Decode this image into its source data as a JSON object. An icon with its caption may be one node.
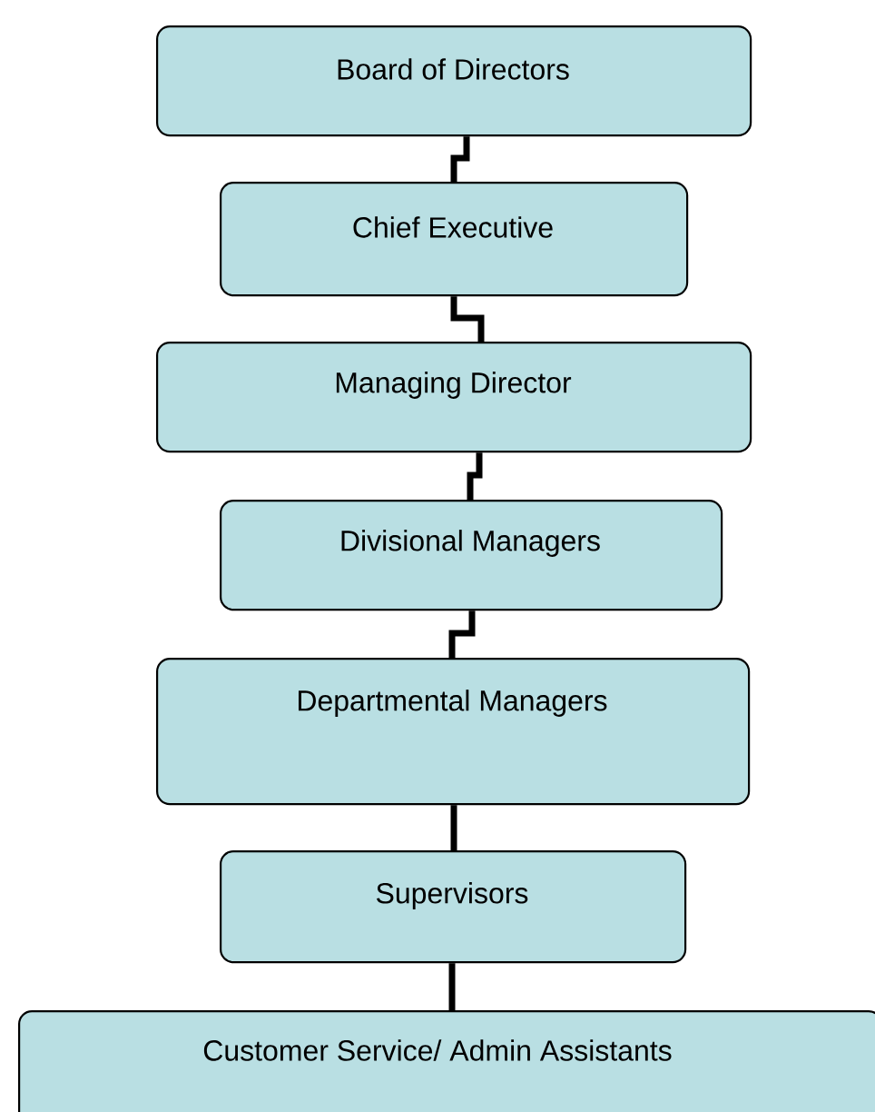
{
  "diagram": {
    "nodes": [
      {
        "text": [
          "Board of Directors"
        ]
      },
      {
        "text": [
          "Chief Executive"
        ]
      },
      {
        "text": [
          "Managing Director"
        ]
      },
      {
        "text": [
          "Divisional Managers"
        ]
      },
      {
        "text": [
          "Departmental Managers"
        ]
      },
      {
        "text": [
          "Supervisors"
        ]
      },
      {
        "text": [
          "Customer Service/ Admin Assistants"
        ]
      }
    ],
    "edges": [
      {
        "from": 0,
        "to": 1,
        "arrow": "none"
      },
      {
        "from": 1,
        "to": 2,
        "arrow": "none"
      },
      {
        "from": 2,
        "to": 3,
        "arrow": "none"
      },
      {
        "from": 3,
        "to": 4,
        "arrow": "none"
      },
      {
        "from": 4,
        "to": 5,
        "arrow": "none"
      },
      {
        "from": 5,
        "to": 6,
        "arrow": "none"
      }
    ]
  }
}
